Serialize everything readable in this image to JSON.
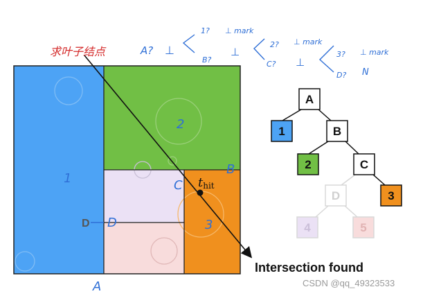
{
  "colors": {
    "blue": "#4da3f5",
    "green": "#71bf45",
    "lavender": "#ebe1f5",
    "pink": "#f8dcdc",
    "orange": "#f0901e",
    "hand_red": "#d42a2a",
    "hand_blue": "#2f6fd6"
  },
  "annotation": {
    "title_cn": "求叶子结点",
    "row1": [
      "A?",
      "⊥",
      "1?",
      "⊥ mark"
    ],
    "row2": [
      "B?",
      "⊥",
      "2?",
      "⊥ mark"
    ],
    "row3": [
      "C?",
      "⊥",
      "3?",
      "⊥ mark"
    ],
    "row4": [
      "D?",
      "N"
    ]
  },
  "regions": {
    "r1": "1",
    "r2": "2",
    "r3": "3",
    "corner_A": "A",
    "corner_B": "B",
    "corner_C": "C",
    "corner_D": "D",
    "arrow_D_label": "D"
  },
  "hit_label": "t",
  "hit_sub": "hit",
  "caption": "Intersection found",
  "tree": {
    "nodes": [
      {
        "id": "A",
        "label": "A",
        "fill": "#ffffff",
        "text": "#111111",
        "border": "#111111"
      },
      {
        "id": "1",
        "label": "1",
        "fill": "#4da3f5",
        "text": "#111111",
        "border": "#111111"
      },
      {
        "id": "B",
        "label": "B",
        "fill": "#ffffff",
        "text": "#111111",
        "border": "#111111"
      },
      {
        "id": "2",
        "label": "2",
        "fill": "#71bf45",
        "text": "#111111",
        "border": "#111111"
      },
      {
        "id": "C",
        "label": "C",
        "fill": "#ffffff",
        "text": "#111111",
        "border": "#111111"
      },
      {
        "id": "D",
        "label": "D",
        "fill": "#ffffff",
        "text": "#d8d8d8",
        "border": "#d8d8d8"
      },
      {
        "id": "3",
        "label": "3",
        "fill": "#f0901e",
        "text": "#111111",
        "border": "#111111"
      },
      {
        "id": "4",
        "label": "4",
        "fill": "#ebe1f5",
        "text": "#d0c4dd",
        "border": "#d8d8d8"
      },
      {
        "id": "5",
        "label": "5",
        "fill": "#f8dcdc",
        "text": "#e4b9b9",
        "border": "#d8d8d8"
      }
    ]
  },
  "watermark": "CSDN @qq_49323533"
}
